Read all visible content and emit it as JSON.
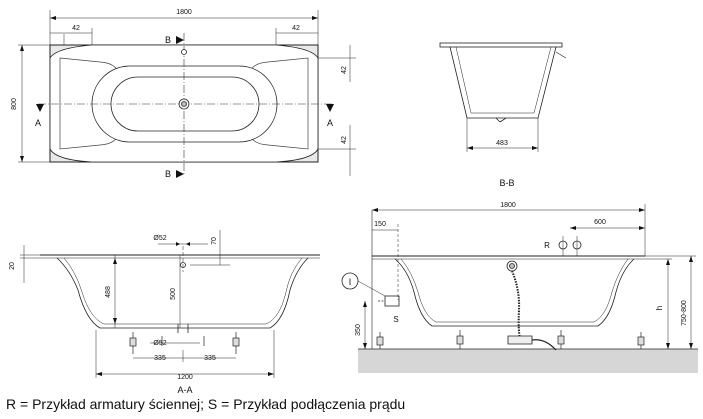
{
  "top_view": {
    "length": "1800",
    "width": "800",
    "rim_left": "42",
    "rim_right": "42",
    "rim_top": "42",
    "rim_bottom": "42",
    "section_a": "A",
    "section_b": "B"
  },
  "side_view_bb": {
    "bottom_width": "483",
    "caption": "B-B"
  },
  "section_aa": {
    "rim_thickness": "20",
    "outlet_dia_top": "Ø52",
    "outlet_offset": "70",
    "depth_outer": "488",
    "depth_inner": "500",
    "outlet_dia_bottom": "Ø52",
    "foot_spacing_left": "335",
    "foot_spacing_right": "335",
    "bottom_length": "1200",
    "caption": "A-A"
  },
  "install_view": {
    "length": "1800",
    "offset_150": "150",
    "offset_600": "600",
    "label_r": "R",
    "label_s": "S",
    "marker": "I",
    "height_350": "350",
    "height_h": "h",
    "height_range": "750-800"
  },
  "legend": "R = Przykład armatury ściennej; S = Przykład podłączenia prądu"
}
